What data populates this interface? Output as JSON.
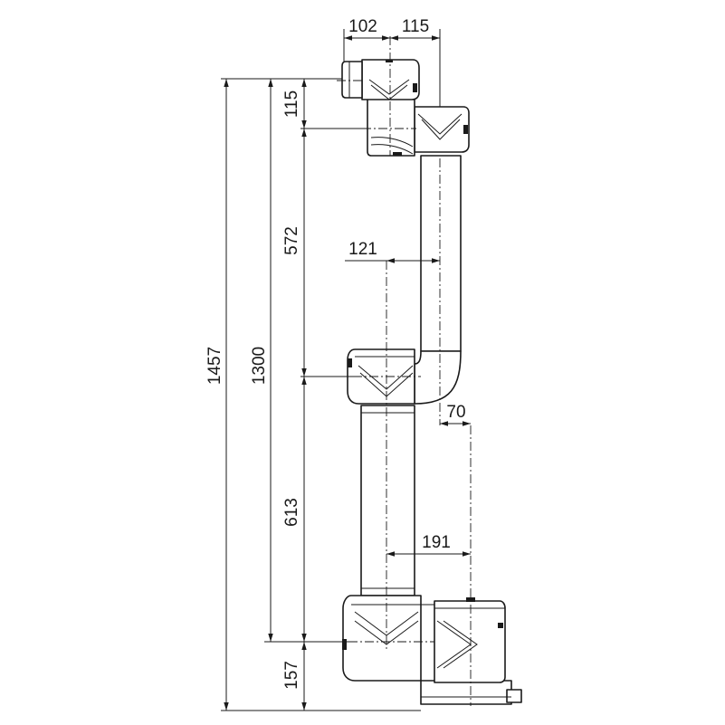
{
  "dimensions": {
    "total_height": "1457",
    "reach_height": "1300",
    "wrist_offset_top": "115",
    "upper_arm": "572",
    "forearm": "613",
    "base_height": "157",
    "tool_width": "102",
    "wrist_offset_right": "115",
    "elbow_offset": "121",
    "elbow_to_base": "70",
    "shoulder_offset": "191"
  },
  "colors": {
    "line": "#1a1a1a",
    "background": "#ffffff"
  }
}
